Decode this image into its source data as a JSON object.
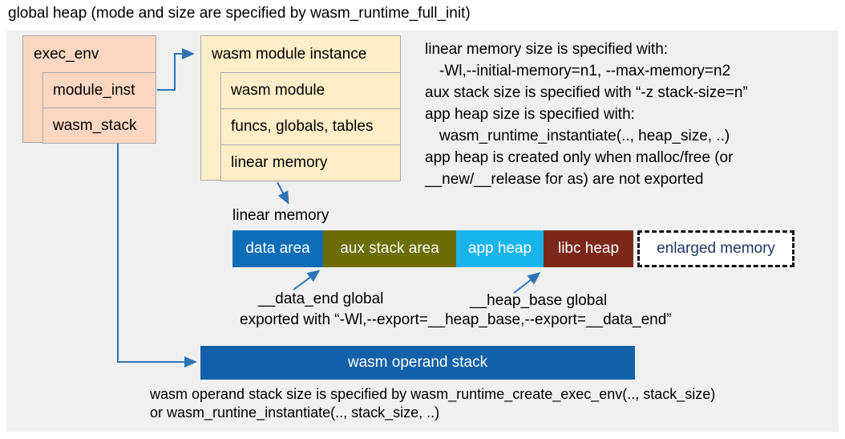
{
  "title": "global heap (mode and size are specified by wasm_runtime_full_init)",
  "exec_env": {
    "title": "exec_env",
    "rows": [
      {
        "label": "module_inst"
      },
      {
        "label": "wasm_stack"
      }
    ]
  },
  "module_instance": {
    "title": "wasm module instance",
    "rows": [
      {
        "label": "wasm module"
      },
      {
        "label": "funcs, globals, tables"
      },
      {
        "label": "linear memory"
      }
    ]
  },
  "memory_notes": {
    "lines": [
      "linear memory size is specified with:",
      "-Wl,--initial-memory=n1, --max-memory=n2",
      "aux stack size is specified with “-z stack-size=n”",
      "app heap size is specified with:",
      "wasm_runtime_instantiate(.., heap_size, ..)",
      "app heap is created only when malloc/free (or",
      "__new/__release for as) are not exported"
    ]
  },
  "linear_memory": {
    "label": "linear memory",
    "segments": [
      {
        "label": "data area",
        "color": "#0b6db6"
      },
      {
        "label": "aux stack area",
        "color": "#6c6d04"
      },
      {
        "label": "app heap",
        "color": "#18b4ec"
      },
      {
        "label": "libc heap",
        "color": "#7c2818"
      }
    ],
    "enlarged": {
      "label": "enlarged memory",
      "text_color": "#1f3864"
    }
  },
  "globals": {
    "data_end_label": "__data_end global",
    "heap_base_label": "__heap_base global",
    "export_note": "exported with “-Wl,--export=__heap_base,--export=__data_end”"
  },
  "operand_stack": {
    "label": "wasm operand stack",
    "color": "#1160a8",
    "notes": [
      "wasm operand stack size is specified by wasm_runtime_create_exec_env(.., stack_size)",
      "or wasm_runtine_instantiate(.., stack_size, ..)"
    ]
  },
  "colors": {
    "panel_bg": "#f0f0f0",
    "struct_box_salmon": "#fbd7c1",
    "struct_box_cream": "#fdeec7",
    "struct_border_gray": "#a8a8a8",
    "arrow_blue": "#2e75b6",
    "enlarged_border_black": "#111111"
  }
}
